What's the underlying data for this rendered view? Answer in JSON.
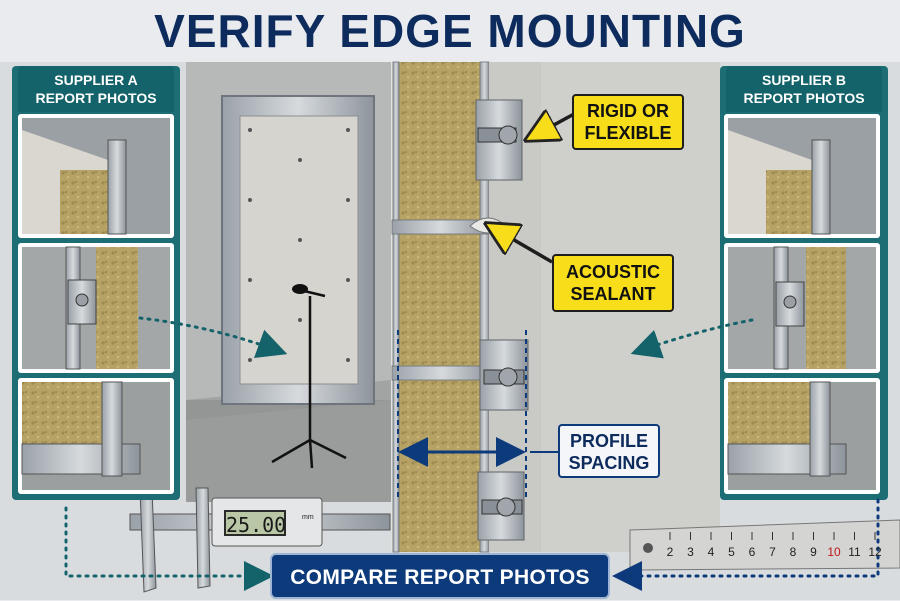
{
  "title": "VERIFY EDGE MOUNTING",
  "supplier_a": {
    "line1": "SUPPLIER A",
    "line2": "REPORT PHOTOS"
  },
  "supplier_b": {
    "line1": "SUPPLIER B",
    "line2": "REPORT PHOTOS"
  },
  "callouts": {
    "rigid": {
      "line1": "RIGID OR",
      "line2": "FLEXIBLE"
    },
    "sealant": {
      "line1": "ACOUSTIC",
      "line2": "SEALANT"
    },
    "spacing": {
      "line1": "PROFILE",
      "line2": "SPACING"
    }
  },
  "compare_button": "COMPARE REPORT PHOTOS",
  "caliper": {
    "display": "25.00",
    "unit": "mm"
  },
  "ruler_ticks": [
    "2",
    "3",
    "4",
    "5",
    "6",
    "7",
    "8",
    "9",
    "10",
    "11",
    "12"
  ],
  "colors": {
    "title": "#0d2b5c",
    "teal": "#14636b",
    "navy": "#0d3a7a",
    "yellow": "#f7dd1a",
    "dotted": "#14636b"
  }
}
